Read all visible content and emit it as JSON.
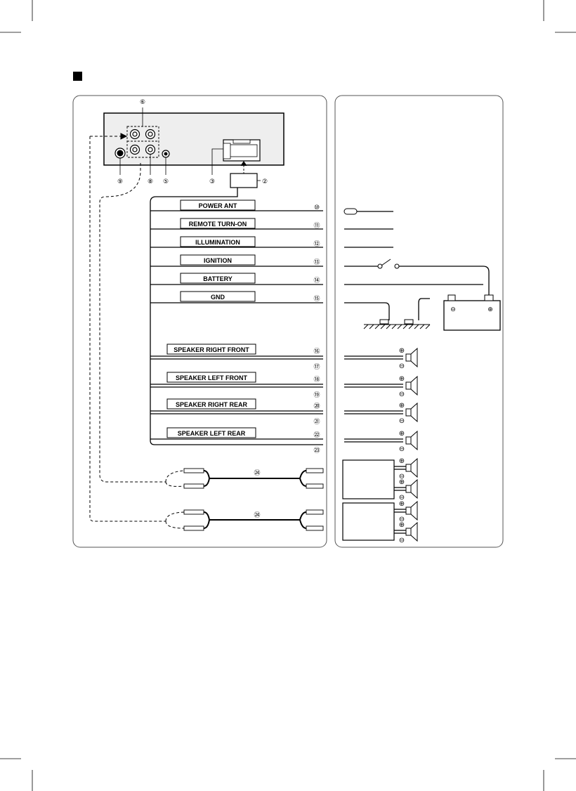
{
  "wire_labels": [
    {
      "num": "⑩",
      "label": "POWER ANT"
    },
    {
      "num": "⑪",
      "label": "REMOTE TURN-ON"
    },
    {
      "num": "⑫",
      "label": "ILLUMINATION"
    },
    {
      "num": "⑬",
      "label": "IGNITION"
    },
    {
      "num": "⑭",
      "label": "BATTERY"
    },
    {
      "num": "⑮",
      "label": "GND"
    }
  ],
  "speaker_labels": [
    {
      "num": "⑯",
      "label": "SPEAKER RIGHT FRONT"
    },
    {
      "num": "⑰",
      "label": ""
    },
    {
      "num": "⑱",
      "label": "SPEAKER LEFT FRONT"
    },
    {
      "num": "⑲",
      "label": ""
    },
    {
      "num": "⑳",
      "label": "SPEAKER RIGHT REAR"
    },
    {
      "num": "㉑",
      "label": ""
    },
    {
      "num": "㉒",
      "label": "SPEAKER LEFT REAR"
    },
    {
      "num": "㉓",
      "label": ""
    }
  ],
  "unit_callouts": {
    "c6": "⑥",
    "c9": "⑨",
    "c8": "⑧",
    "c5": "⑤",
    "c3": "③",
    "c2": "②"
  },
  "rca_callout": "㉔",
  "polarity": {
    "plus": "⊕",
    "minus": "⊖"
  },
  "colors": {
    "line": "#000000",
    "panel_border": "#555555"
  }
}
